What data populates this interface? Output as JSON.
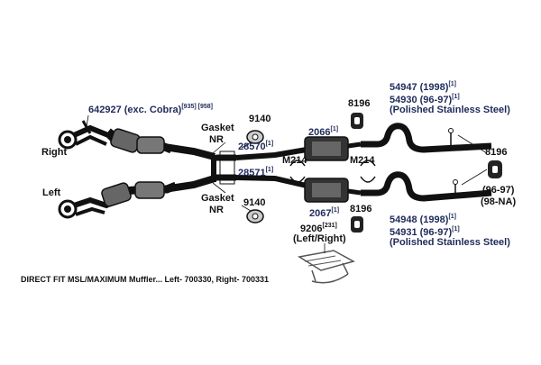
{
  "labels": {
    "part_642927": "642927 (exc. Cobra)",
    "part_642927_sup": "[935] [958]",
    "side_right": "Right",
    "side_left": "Left",
    "gasket_top": "Gasket",
    "nr_top": "NR",
    "gasket_bottom": "Gasket",
    "nr_bottom": "NR",
    "part_9140_top": "9140",
    "part_9140_bottom": "9140",
    "part_28570": "28570",
    "part_28570_sup": "[1]",
    "part_28571": "28571",
    "part_28571_sup": "[1]",
    "part_2066": "2066",
    "part_2066_sup": "[1]",
    "part_2067": "2067",
    "part_2067_sup": "[1]",
    "m214_left": "M214",
    "m214_right": "M214",
    "part_8196_top": "8196",
    "part_8196_bottom": "8196",
    "part_8196_right": "8196",
    "years_96_97": "(96-97)",
    "years_98_na": "(98-NA)",
    "part_54947": "54947 (1998)",
    "part_54947_sup": "[1]",
    "part_54930": "54930 (96-97)",
    "part_54930_sup": "[1]",
    "polished_top": "(Polished Stainless Steel)",
    "part_54948": "54948 (1998)",
    "part_54948_sup": "[1]",
    "part_54931": "54931 (96-97)",
    "part_54931_sup": "[1]",
    "polished_bottom": "(Polished Stainless Steel)",
    "part_9206": "9206",
    "part_9206_sup": "[231]",
    "left_right": "(Left/Right)",
    "muffler_note": "DIRECT FIT MSL/MAXIMUM Muffler... Left- 700330, Right- 700331"
  },
  "colors": {
    "pipe": "#111111",
    "navy_text": "#1f2a5a",
    "part_gray": "#777777"
  }
}
